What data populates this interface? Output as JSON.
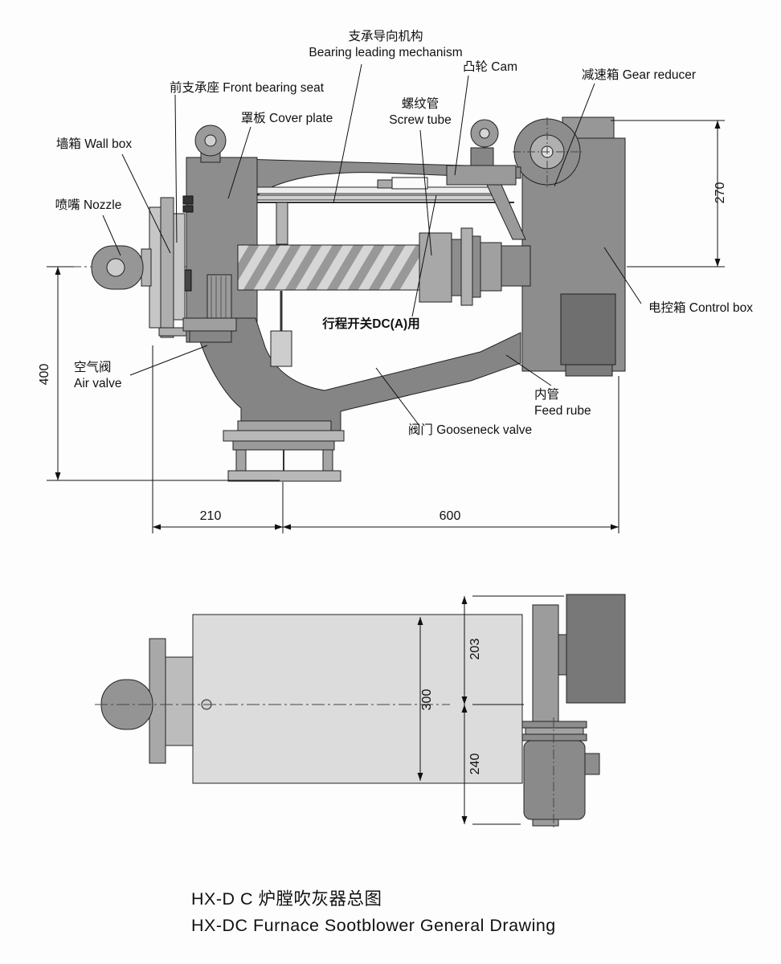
{
  "title": {
    "cn": "HX-D C 炉膛吹灰器总图",
    "en": "HX-DC Furnace Sootblower General Drawing"
  },
  "labels": {
    "bearing_leading_mechanism": {
      "cn": "支承导向机构",
      "en": "Bearing leading mechanism"
    },
    "front_bearing_seat": {
      "text": "前支承座 Front bearing seat"
    },
    "cover_plate": {
      "text": "罩板 Cover plate"
    },
    "screw_tube": {
      "cn": "螺纹管",
      "en": "Screw tube"
    },
    "cam": {
      "text": "凸轮 Cam"
    },
    "gear_reducer": {
      "text": "减速箱 Gear reducer"
    },
    "wall_box": {
      "text": "墙箱 Wall box"
    },
    "nozzle": {
      "text": "喷嘴 Nozzle"
    },
    "travel_switch": {
      "text": "行程开关DC(A)用"
    },
    "air_valve": {
      "cn": "空气阀",
      "en": "Air valve"
    },
    "feed_tube": {
      "cn": "内管",
      "en": "Feed rube"
    },
    "gooseneck_valve": {
      "text": "阀门 Gooseneck valve"
    },
    "control_box": {
      "text": "电控箱 Control box"
    }
  },
  "dimensions": {
    "side_view": {
      "v270": "270",
      "v400": "400",
      "h210": "210",
      "h600": "600"
    },
    "plan_view": {
      "v203": "203",
      "v300": "300",
      "v240": "240"
    }
  }
}
